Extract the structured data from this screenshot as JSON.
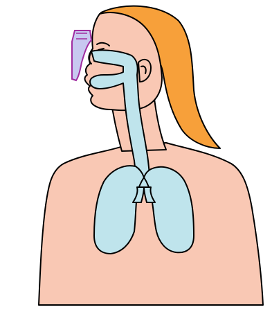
{
  "diagram": {
    "subject": "respiratory-system-figure",
    "colors": {
      "background": "#ffffff",
      "skin": "#f9c8b4",
      "hair": "#f7a03a",
      "airway": "#bfe4ec",
      "lungs": "#bfe4ec",
      "mask": "#c8c8f0",
      "mask_outline": "#a02ca0",
      "outline": "#000000"
    },
    "parts": [
      "torso",
      "neck",
      "head",
      "hair",
      "ear",
      "eye",
      "nose",
      "mouth",
      "nasal-cavity",
      "trachea",
      "left-lung",
      "right-lung",
      "nasal-spray-device"
    ]
  }
}
